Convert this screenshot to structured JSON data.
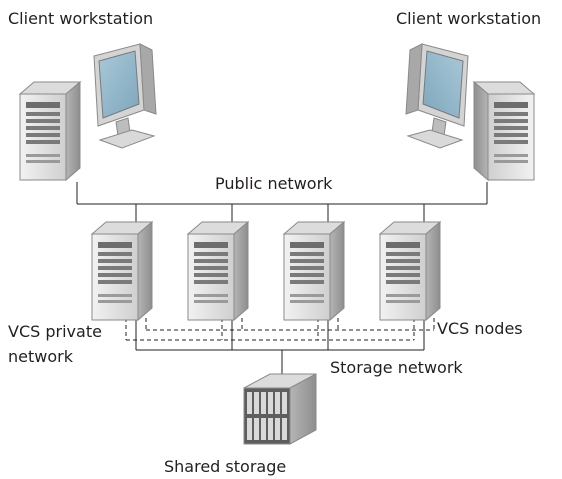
{
  "labels": {
    "client_left": "Client workstation",
    "client_right": "Client workstation",
    "public_network": "Public network",
    "vcs_private_line1": "VCS private",
    "vcs_private_line2": "network",
    "vcs_nodes": "VCS nodes",
    "storage_network": "Storage network",
    "shared_storage": "Shared storage"
  },
  "icons": {
    "client_left": "client-workstation-icon",
    "client_right": "client-workstation-icon",
    "nodes": [
      "server-tower-icon",
      "server-tower-icon",
      "server-tower-icon",
      "server-tower-icon"
    ],
    "storage": "storage-array-icon"
  },
  "colors": {
    "case_light": "#e8e8e8",
    "case_mid": "#c8c8c8",
    "case_dark": "#9a9a9a",
    "screen": "#8fb4c8",
    "line": "#231f20"
  }
}
